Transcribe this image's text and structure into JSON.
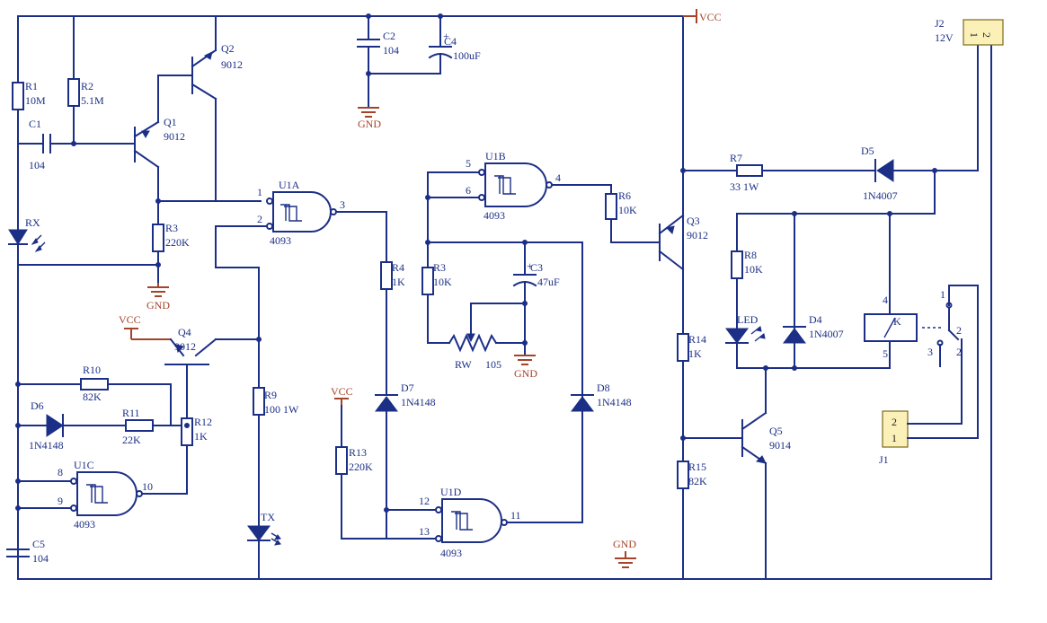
{
  "labels": {
    "vcc_top": "VCC",
    "r1": "R1",
    "r1_val": "10M",
    "r2": "R2",
    "r2_val": "5.1M",
    "c1": "C1",
    "c1_val": "104",
    "q1": "Q1",
    "q1_val": "9012",
    "q2": "Q2",
    "q2_val": "9012",
    "rx": "RX",
    "r3a": "R3",
    "r3a_val": "220K",
    "gnd_left": "GND",
    "c2": "C2",
    "c2_val": "104",
    "c4": "C4",
    "c4_val": "100uF",
    "gnd_top": "GND",
    "u1a": "U1A",
    "u1a_val": "4093",
    "u1a_p1": "1",
    "u1a_p2": "2",
    "u1a_p3": "3",
    "u1b": "U1B",
    "u1b_val": "4093",
    "u1b_p5": "5",
    "u1b_p6": "6",
    "u1b_p4": "4",
    "u1c": "U1C",
    "u1c_val": "4093",
    "u1c_p8": "8",
    "u1c_p9": "9",
    "u1c_p10": "10",
    "u1d": "U1D",
    "u1d_val": "4093",
    "u1d_p12": "12",
    "u1d_p13": "13",
    "u1d_p11": "11",
    "r4": "R4",
    "r4_val": "1K",
    "r3b": "R3",
    "r3b_val": "10K",
    "c3": "C3",
    "c3_val": "47uF",
    "rw": "RW",
    "rw_val": "105",
    "gnd_mid": "GND",
    "r6": "R6",
    "r6_val": "10K",
    "q3": "Q3",
    "q3_val": "9012",
    "r7": "R7",
    "r7_val": "33 1W",
    "d5": "D5",
    "d5_val": "1N4007",
    "j2": "J2",
    "j2_val": "12V",
    "j2_pins": "1 2",
    "r8": "R8",
    "r8_val": "10K",
    "led": "LED",
    "d4": "D4",
    "d4_val": "1N4007",
    "k": "K",
    "relay_p4": "4",
    "relay_p5": "5",
    "relay_p1": "1",
    "relay_p2": "2",
    "relay_p3": "3",
    "vcc_q4": "VCC",
    "q4": "Q4",
    "q4_val": "9012",
    "r10": "R10",
    "r10_val": "82K",
    "d6": "D6",
    "d6_val": "1N4148",
    "r11": "R11",
    "r11_val": "22K",
    "r12": "R12",
    "r12_val": "1K",
    "c5": "C5",
    "c5_val": "104",
    "r9": "R9",
    "r9_val": "100 1W",
    "tx": "TX",
    "vcc_mid": "VCC",
    "d7": "D7",
    "d7_val": "1N4148",
    "r13": "R13",
    "r13_val": "220K",
    "d8": "D8",
    "d8_val": "1N4148",
    "r14": "R14",
    "r14_val": "1K",
    "r15": "R15",
    "r15_val": "82K",
    "q5": "Q5",
    "q5_val": "9014",
    "gnd_bottom": "GND",
    "j1": "J1",
    "j1_p2": "2",
    "j1_p1": "1"
  }
}
